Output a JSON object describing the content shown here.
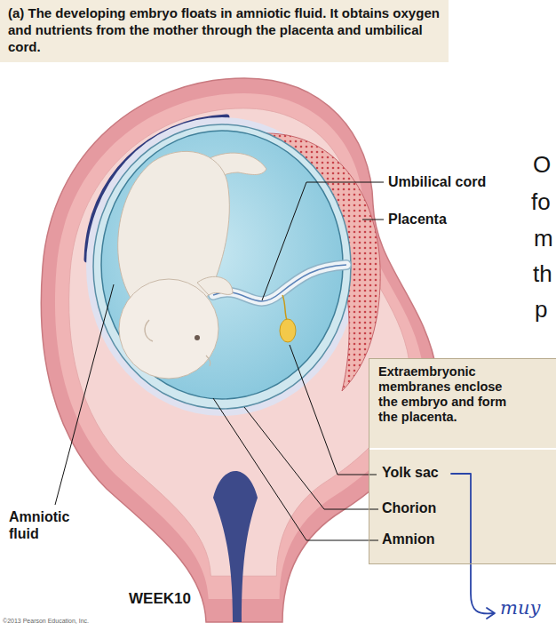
{
  "diagram": {
    "title": "(a) The developing embryo floats in amniotic fluid. It obtains oxygen and nutrients from the mother through the placenta and umbilical cord.",
    "nodes": [
      {
        "text": [
          "Extraembryonic membranes enclose the embryo and form the placenta.",
          "Yolk sac",
          "Chorion",
          "Amnion"
        ]
      }
    ],
    "labels": [
      "O",
      "fo",
      "m",
      "th",
      "p",
      "Umbilical cord",
      "Placenta",
      "Amniotic fluid",
      "WEEK10",
      "©2013 Pearson Education, Inc.",
      "muy"
    ]
  }
}
